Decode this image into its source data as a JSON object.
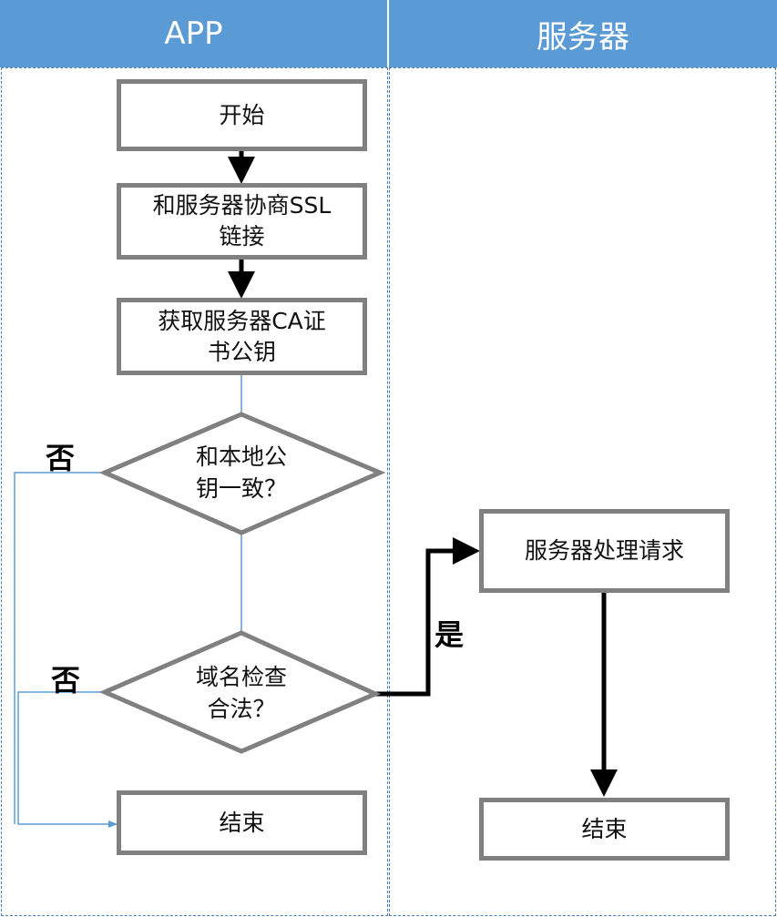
{
  "lanes": {
    "app": "APP",
    "server": "服务器"
  },
  "steps": {
    "start": "开始",
    "negotiate_ssl": "和服务器协商SSL\n链接",
    "get_cert": "获取服务器CA证\n书公钥",
    "check_key": "和本地公\n钥一致？",
    "check_domain": "域名检查\n合法？",
    "app_end": "结束",
    "server_process": "服务器处理请求",
    "server_end": "结束"
  },
  "branches": {
    "no_1": "否",
    "no_2": "否",
    "yes": "是"
  },
  "colors": {
    "header": "#5b9bd5",
    "box_border": "#808080",
    "connector": "#5b9bd5",
    "arrow": "#000000"
  }
}
